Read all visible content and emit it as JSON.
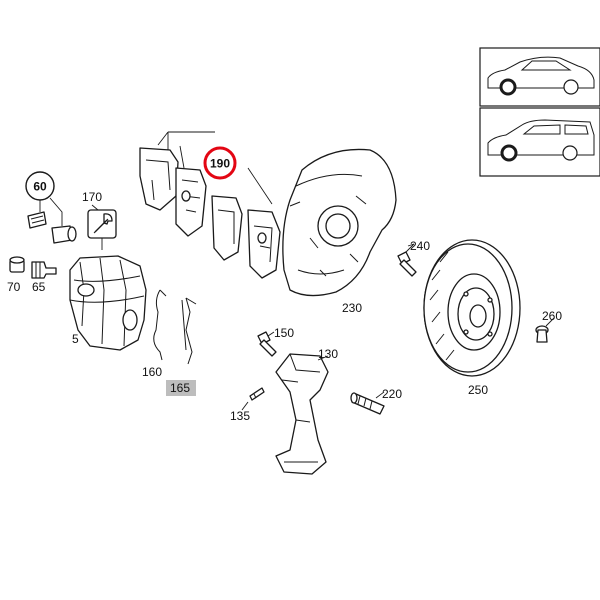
{
  "colors": {
    "highlight_circle": "#e30613",
    "highlight_box": "#bdbdbd",
    "line": "#1a1a1a"
  },
  "callouts": {
    "c60": "60",
    "c190": "190"
  },
  "labels": {
    "p170": "170",
    "p70": "70",
    "p65": "65",
    "p5": "5",
    "p160": "160",
    "p165": "165",
    "p240": "240",
    "p230": "230",
    "p150": "150",
    "p130": "130",
    "p220": "220",
    "p135": "135",
    "p260": "260",
    "p250": "250"
  },
  "vehicle_variants": [
    {
      "icon": "sedan-icon"
    },
    {
      "icon": "estate-icon"
    }
  ]
}
